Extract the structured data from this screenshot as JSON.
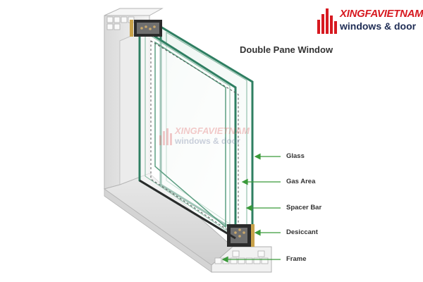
{
  "brand": {
    "name": "XINGFAVIETNAM",
    "tagline": "windows & door",
    "watermark_name": "XINGFAVIETNAM",
    "watermark_tagline": "windows & door",
    "logo_icon": "skyline-icon",
    "colors": {
      "red": "#d71920",
      "navy": "#1f2d55"
    }
  },
  "diagram": {
    "title": "Double Pane Window",
    "labels": [
      {
        "id": "glass",
        "text": "Glass"
      },
      {
        "id": "gas-area",
        "text": "Gas Area"
      },
      {
        "id": "spacer-bar",
        "text": "Spacer Bar"
      },
      {
        "id": "desiccant",
        "text": "Desiccant"
      },
      {
        "id": "frame",
        "text": "Frame"
      }
    ],
    "colors": {
      "glass_edge": "#2f7f62",
      "pointer": "#3a9a3a",
      "frame": "#e6e6e6",
      "spacer": "#2b2b2b"
    }
  }
}
